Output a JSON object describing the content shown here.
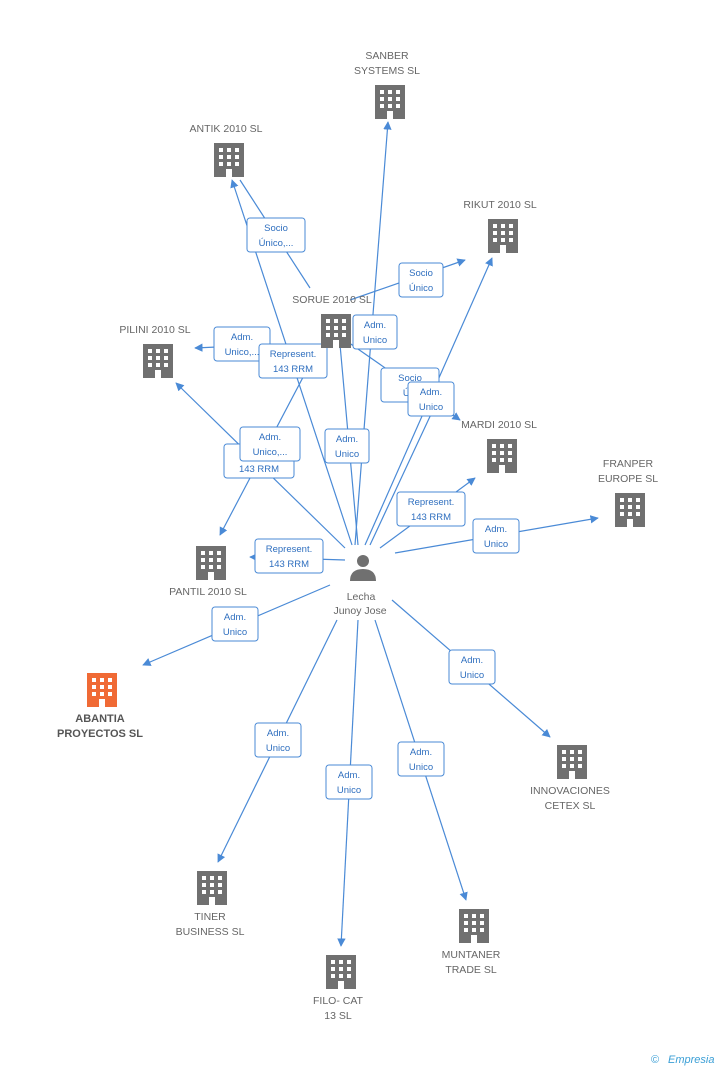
{
  "person": {
    "label_lines": [
      "Lecha",
      "Junoy Jose"
    ],
    "icon": "person-icon"
  },
  "companies": [
    {
      "id": "sanber",
      "label_lines": [
        "SANBER",
        "SYSTEMS SL"
      ],
      "icon": "building-icon"
    },
    {
      "id": "antik",
      "label_lines": [
        "ANTIK 2010 SL"
      ],
      "icon": "building-icon"
    },
    {
      "id": "rikut",
      "label_lines": [
        "RIKUT 2010 SL"
      ],
      "icon": "building-icon"
    },
    {
      "id": "sorue",
      "label_lines": [
        "SORUE 2010 SL"
      ],
      "icon": "building-icon"
    },
    {
      "id": "pilini",
      "label_lines": [
        "PILINI 2010 SL"
      ],
      "icon": "building-icon"
    },
    {
      "id": "mardi",
      "label_lines": [
        "MARDI 2010 SL"
      ],
      "icon": "building-icon"
    },
    {
      "id": "franper",
      "label_lines": [
        "FRANPER",
        "EUROPE SL"
      ],
      "icon": "building-icon"
    },
    {
      "id": "pantil",
      "label_lines": [
        "PANTIL 2010 SL"
      ],
      "icon": "building-icon"
    },
    {
      "id": "abantia",
      "label_lines": [
        "ABANTIA",
        "PROYECTOS SL"
      ],
      "icon": "building-icon",
      "highlight": true,
      "color": "#f06a35"
    },
    {
      "id": "innovaciones",
      "label_lines": [
        "INNOVACIONES",
        "CETEX SL"
      ],
      "icon": "building-icon"
    },
    {
      "id": "tiner",
      "label_lines": [
        "TINER",
        "BUSINESS SL"
      ],
      "icon": "building-icon"
    },
    {
      "id": "muntaner",
      "label_lines": [
        "MUNTANER",
        "TRADE SL"
      ],
      "icon": "building-icon"
    },
    {
      "id": "filo",
      "label_lines": [
        "FILO- CAT",
        "13  SL"
      ],
      "icon": "building-icon"
    }
  ],
  "edges": [
    {
      "id": "e-antik",
      "lines": [
        "Socio",
        "Único,..."
      ]
    },
    {
      "id": "e-rikut",
      "lines": [
        "Socio",
        "Único"
      ]
    },
    {
      "id": "e-sorue",
      "lines": [
        "Adm.",
        "Unico"
      ]
    },
    {
      "id": "e-pilini",
      "lines": [
        "Adm.",
        "Unico,..."
      ]
    },
    {
      "id": "e-pilini-rep",
      "lines": [
        "Represent.",
        "143 RRM"
      ]
    },
    {
      "id": "e-pantil-rep",
      "lines": [
        "Re",
        "143 RRM"
      ]
    },
    {
      "id": "e-adm-unico-3",
      "lines": [
        "Adm.",
        "Unico,..."
      ]
    },
    {
      "id": "e-adm-center",
      "lines": [
        "Adm.",
        "Unico"
      ]
    },
    {
      "id": "e-mardi-socio",
      "lines": [
        "Socio",
        "Úni"
      ]
    },
    {
      "id": "e-mardi-adm",
      "lines": [
        "Adm.",
        "Unico"
      ]
    },
    {
      "id": "e-rep-mardi",
      "lines": [
        "Represent.",
        "143 RRM"
      ]
    },
    {
      "id": "e-franper",
      "lines": [
        "Adm.",
        "Unico"
      ]
    },
    {
      "id": "e-pantil",
      "lines": [
        "Represent.",
        "143 RRM"
      ]
    },
    {
      "id": "e-abantia",
      "lines": [
        "Adm.",
        "Unico"
      ]
    },
    {
      "id": "e-innovaciones",
      "lines": [
        "Adm.",
        "Unico"
      ]
    },
    {
      "id": "e-tiner",
      "lines": [
        "Adm.",
        "Unico"
      ]
    },
    {
      "id": "e-filo",
      "lines": [
        "Adm.",
        "Unico"
      ]
    },
    {
      "id": "e-muntaner",
      "lines": [
        "Adm.",
        "Unico"
      ]
    }
  ],
  "footer": {
    "copyright_symbol": "©",
    "brand": "Empresia"
  },
  "colors": {
    "edge": "#4a8ad6",
    "building": "#707070",
    "focus": "#f06a35"
  }
}
